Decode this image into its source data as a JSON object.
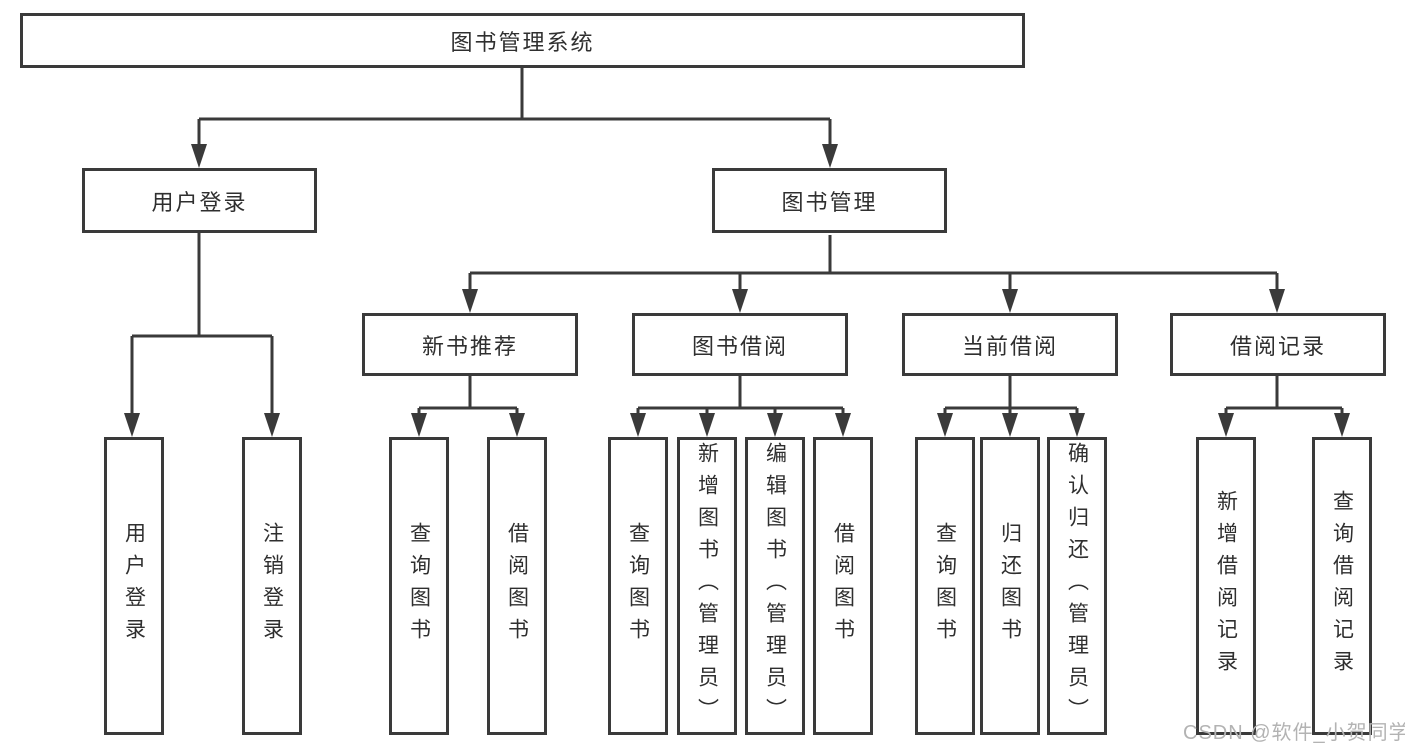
{
  "diagram": {
    "root": {
      "label": "图书管理系统"
    },
    "branches": [
      {
        "label": "用户登录",
        "children": [
          {
            "label": "用户登录"
          },
          {
            "label": "注销登录"
          }
        ]
      },
      {
        "label": "图书管理",
        "children": [
          {
            "label": "新书推荐",
            "children": [
              {
                "label": "查询图书"
              },
              {
                "label": "借阅图书"
              }
            ]
          },
          {
            "label": "图书借阅",
            "children": [
              {
                "label": "查询图书"
              },
              {
                "label": "新增图书（管理员）"
              },
              {
                "label": "编辑图书（管理员）"
              },
              {
                "label": "借阅图书"
              }
            ]
          },
          {
            "label": "当前借阅",
            "children": [
              {
                "label": "查询图书"
              },
              {
                "label": "归还图书"
              },
              {
                "label": "确认归还（管理员）"
              }
            ]
          },
          {
            "label": "借阅记录",
            "children": [
              {
                "label": "新增借阅记录"
              },
              {
                "label": "查询借阅记录"
              }
            ]
          }
        ]
      }
    ]
  },
  "watermark": {
    "text": "CSDN @软件_小贺同学"
  },
  "colors": {
    "line": "#3a3a3a",
    "text": "#2f2f2f",
    "background": "#ffffff",
    "watermark": "#b3b3b3"
  }
}
